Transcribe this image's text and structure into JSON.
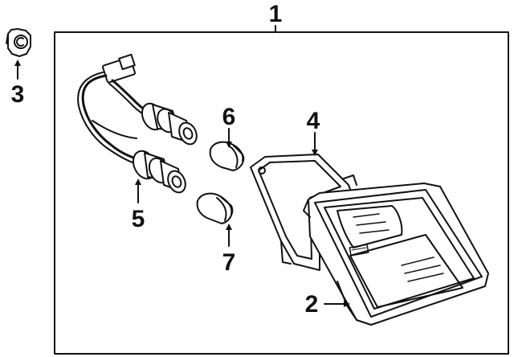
{
  "diagram": {
    "callouts": {
      "assembly": "1",
      "lens_housing": "2",
      "clip": "3",
      "gasket": "4",
      "socket": "5",
      "bulb_upper": "6",
      "bulb_lower": "7"
    }
  }
}
